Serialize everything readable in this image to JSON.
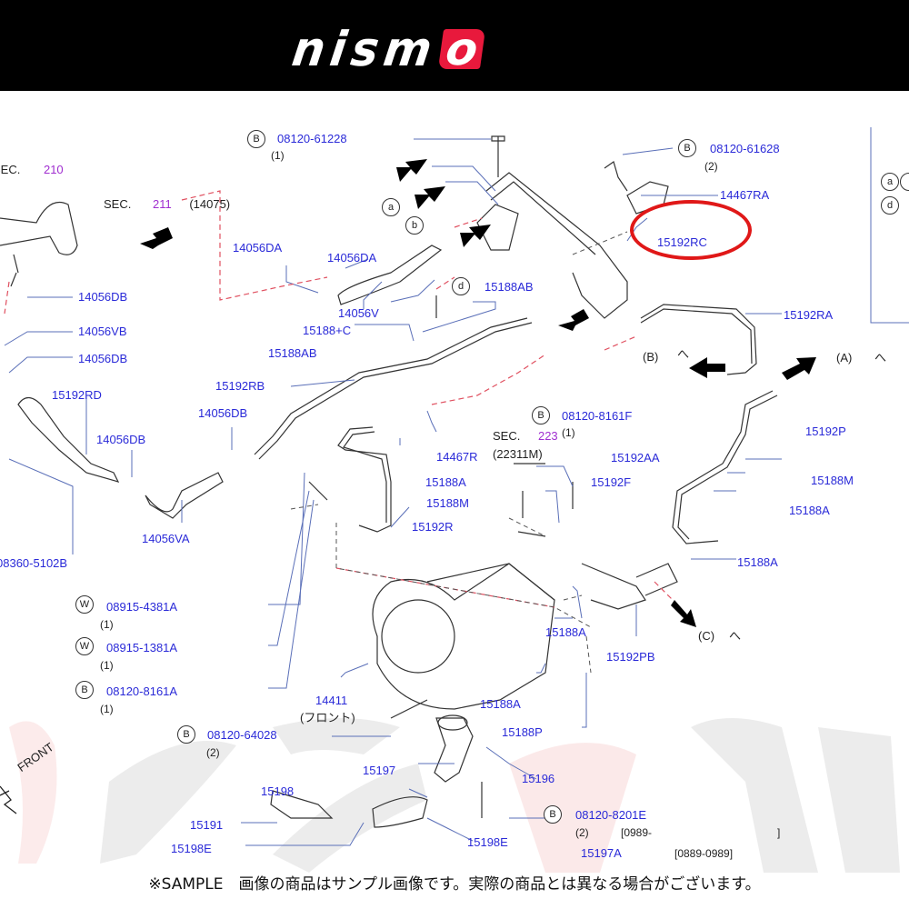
{
  "brand": {
    "logo_main": "nism",
    "logo_accent": "o",
    "accent_color": "#e8193c"
  },
  "diagram": {
    "sections": [
      {
        "prefix": "SEC.",
        "number": "210",
        "ref": ""
      },
      {
        "prefix": "SEC.",
        "number": "211",
        "ref": "(14075)"
      },
      {
        "prefix": "SEC.",
        "number": "223",
        "ref": "(22311M)"
      }
    ],
    "fasteners": [
      {
        "type": "B",
        "part": "08120-61228",
        "qty": "(1)"
      },
      {
        "type": "B",
        "part": "08120-61628",
        "qty": "(2)"
      },
      {
        "type": "B",
        "part": "08120-8161F",
        "qty": "(1)"
      },
      {
        "type": "W",
        "part": "08915-4381A",
        "qty": "(1)"
      },
      {
        "type": "W",
        "part": "08915-1381A",
        "qty": "(1)"
      },
      {
        "type": "B",
        "part": "08120-8161A",
        "qty": "(1)"
      },
      {
        "type": "B",
        "part": "08120-64028",
        "qty": "(2)"
      },
      {
        "type": "B",
        "part": "08120-8201E",
        "qty": "(2)",
        "date_range": "[0989-",
        "date_range_end": "]"
      }
    ],
    "parts": {
      "p14467RA": "14467RA",
      "p15192RC": "15192RC",
      "p15192RA": "15192RA",
      "p14056DA_a": "14056DA",
      "p14056DA_b": "14056DA",
      "p14056V": "14056V",
      "p15188AB_a": "15188AB",
      "p15188C": "15188+C",
      "p15188AB_b": "15188AB",
      "p15192RB": "15192RB",
      "p14056DB_a": "14056DB",
      "p14056VB": "14056VB",
      "p14056DB_b": "14056DB",
      "p15192RD": "15192RD",
      "p14056DB_c": "14056DB",
      "p14056DB_d": "14056DB",
      "p14056VA": "14056VA",
      "p08360": "08360-5102B",
      "p14467R": "14467R",
      "p15192P": "15192P",
      "p15192AA": "15192AA",
      "p15192F": "15192F",
      "p15188A_a": "15188A",
      "p15188M_a": "15188M",
      "p15192R": "15192R",
      "p15188M_b": "15188M",
      "p15188A_b": "15188A",
      "p15188A_c": "15188A",
      "p15188A_d": "15188A",
      "p15192PB": "15192PB",
      "p14411": "14411",
      "p14411_note": "(フロント)",
      "p15188A_e": "15188A",
      "p15188P": "15188P",
      "p15197": "15197",
      "p15196": "15196",
      "p15198": "15198",
      "p15191": "15191",
      "p15198E_a": "15198E",
      "p15198E_b": "15198E",
      "p15197A": "15197A",
      "p15197A_range": "[0889-0989]"
    },
    "refs": {
      "a": "a",
      "b": "b",
      "d": "d",
      "inset_a": "a",
      "inset_d": "d",
      "A": "(A)",
      "B": "(B)",
      "C": "(C)",
      "caret": "へ"
    },
    "front_label": "FRONT",
    "highlighted_part": "15192RC",
    "highlight_color": "#e01818"
  },
  "footer": {
    "notice": "※SAMPLE　画像の商品はサンプル画像です。実際の商品とは異なる場合がございます。"
  }
}
